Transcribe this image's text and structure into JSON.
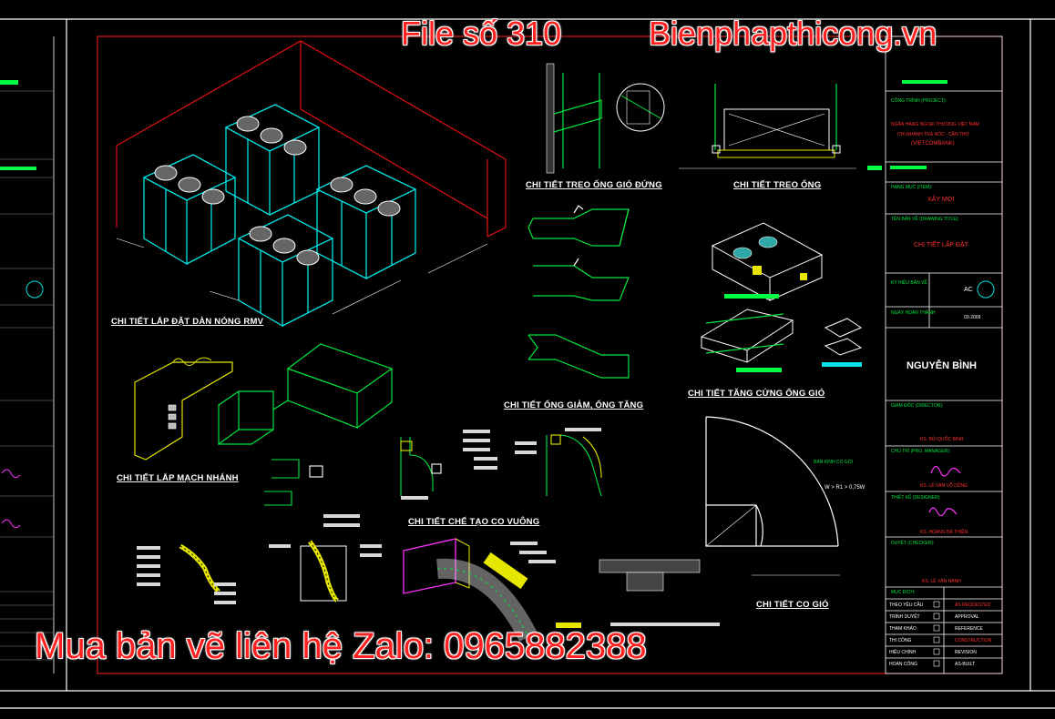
{
  "overlay": {
    "file_label": "File số 310",
    "site_label": "Bienphapthicong.vn",
    "contact_label": "Mua bản vẽ liên hệ Zalo: 0965882388"
  },
  "details": {
    "outdoor_units": "CHI TIẾT LẮP ĐẶT DÀN NÓNG RMV",
    "branch_install": "CHI TIẾT LẮP MẠCH NHÁNH",
    "vertical_duct_hanger": "CHI TIẾT TREO ỐNG GIÓ ĐỨNG",
    "pipe_hanger": "CHI TIẾT TREO ỐNG",
    "reducer": "CHI TIẾT ỐNG GIẢM, ỐNG TĂNG",
    "duct_stiffener": "CHI TIẾT TĂNG CỨNG ỐNG GIÓ",
    "square_elbow": "CHI TIẾT CHẾ TẠO CO VUÔNG",
    "duct_elbow": "CHI TIẾT CO GIÓ"
  },
  "title_block": {
    "project_label": "CÔNG TRÌNH (PROJECT):",
    "project_line1": "NGÂN HÀNG NGOẠI THƯƠNG VIỆT NAM",
    "project_line2": "CHI NHÁNH TRÀ NÓC - CẦN THƠ",
    "project_line3": "(VIETCOMBANK)",
    "item_label": "HẠNG MỤC (ITEM):",
    "item_value": "XÂY MỚI",
    "drawing_label": "TÊN BẢN VẼ (DRAWING TITLE):",
    "drawing_value": "CHI TIẾT LẮP ĐẶT",
    "symbol_label": "KÝ HIỆU BẢN VẼ",
    "symbol_code": "AC",
    "date_label": "NGÀY HOÀN THÀNH",
    "date_value": "03-2009",
    "designer_name": "NGUYỄN BÌNH",
    "director_label": "GIÁM ĐỐC (DIRECTOR):",
    "director_name": "KS. BÙI QUỐC BÌNH",
    "manager_label": "CHỦ TRÌ (PRO. MANAGER):",
    "manager_name": "KS. LÊ VĂN VÕ DŨNG",
    "designer_label": "THIẾT KẾ (DESIGNER):",
    "designer_sign_name": "KS. HOÀNG BÁ THIỆN",
    "checker_label": "DUYỆT (CHECKER):",
    "checker_name": "KS. LÊ VĂN HÀNH",
    "purpose_label": "MỤC ĐÍCH:",
    "purpose_left": [
      "THEO YÊU CẦU",
      "TRÌNH DUYỆT",
      "THAM KHẢO",
      "THI CÔNG",
      "HIỆU CHỈNH",
      "HOÀN CÔNG"
    ],
    "purpose_right": [
      "AS REQUESTED",
      "APPROVAL",
      "REFERENCE",
      "CONSTRUCTION",
      "REVISION",
      "AS-BUILT"
    ]
  },
  "elbow_note": "W > R1 > 0,75W",
  "elbow_radius": "BÁN KÍNH CO GÓI"
}
